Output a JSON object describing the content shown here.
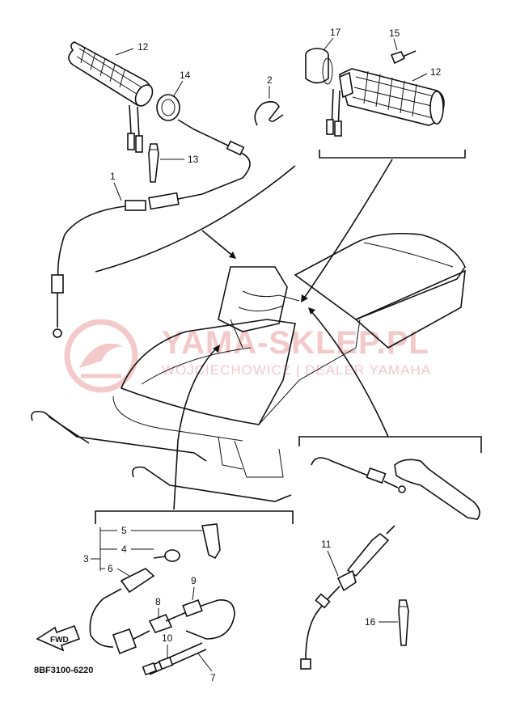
{
  "diagram": {
    "part_code": "8BF3100-6220",
    "fwd_label": "FWD",
    "watermark": {
      "title": "YAMA-SKLEP.PL",
      "subtitle": "WOJCIECHOWICZ | DEALER YAMAHA"
    },
    "callouts": [
      {
        "id": "c12a",
        "text": "12"
      },
      {
        "id": "c14",
        "text": "14"
      },
      {
        "id": "c2",
        "text": "2"
      },
      {
        "id": "c17",
        "text": "17"
      },
      {
        "id": "c15",
        "text": "15"
      },
      {
        "id": "c12b",
        "text": "12"
      },
      {
        "id": "c13",
        "text": "13"
      },
      {
        "id": "c1",
        "text": "1"
      },
      {
        "id": "c5",
        "text": "5"
      },
      {
        "id": "c4",
        "text": "4"
      },
      {
        "id": "c3",
        "text": "3"
      },
      {
        "id": "c6",
        "text": "6"
      },
      {
        "id": "c9",
        "text": "9"
      },
      {
        "id": "c8",
        "text": "8"
      },
      {
        "id": "c10",
        "text": "10"
      },
      {
        "id": "c7",
        "text": "7"
      },
      {
        "id": "c11",
        "text": "11"
      },
      {
        "id": "c16",
        "text": "16"
      }
    ]
  }
}
